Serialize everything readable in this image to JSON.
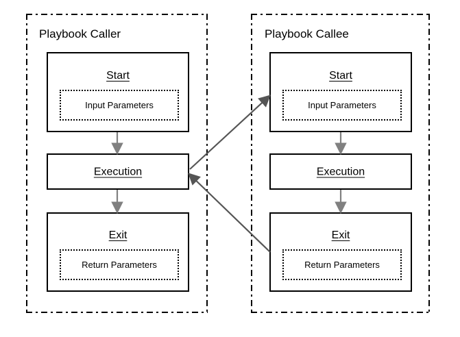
{
  "diagram": {
    "title_caller": "Playbook Caller",
    "title_callee": "Playbook Callee",
    "colors": {
      "border": "#000000",
      "flow_arrow": "#808080",
      "call_arrow": "#555555",
      "background": "#ffffff"
    }
  },
  "caller": {
    "lane_label": "Playbook Caller",
    "nodes": [
      {
        "id": "caller-start",
        "title": "Start",
        "param_label": "Input Parameters",
        "has_params": true
      },
      {
        "id": "caller-execution",
        "title": "Execution",
        "param_label": "",
        "has_params": false
      },
      {
        "id": "caller-exit",
        "title": "Exit",
        "param_label": "Return Parameters",
        "has_params": true
      }
    ]
  },
  "callee": {
    "lane_label": "Playbook Callee",
    "nodes": [
      {
        "id": "callee-start",
        "title": "Start",
        "param_label": "Input Parameters",
        "has_params": true
      },
      {
        "id": "callee-execution",
        "title": "Execution",
        "param_label": "",
        "has_params": false
      },
      {
        "id": "callee-exit",
        "title": "Exit",
        "param_label": "Return Parameters",
        "has_params": true
      }
    ]
  },
  "connections": [
    {
      "id": "caller-start-to-execution",
      "from": "caller-start",
      "to": "caller-execution",
      "label": "",
      "style": "vertical-flow"
    },
    {
      "id": "caller-execution-to-exit",
      "from": "caller-execution",
      "to": "caller-exit",
      "label": "",
      "style": "vertical-flow"
    },
    {
      "id": "callee-start-to-execution",
      "from": "callee-start",
      "to": "callee-execution",
      "label": "",
      "style": "vertical-flow"
    },
    {
      "id": "callee-execution-to-exit",
      "from": "callee-execution",
      "to": "callee-exit",
      "label": "",
      "style": "vertical-flow"
    },
    {
      "id": "call-invoke",
      "from": "caller-execution",
      "to": "callee-start",
      "label": "",
      "style": "cross-lane-call"
    },
    {
      "id": "call-return",
      "from": "callee-exit",
      "to": "caller-execution",
      "label": "",
      "style": "cross-lane-return"
    }
  ]
}
